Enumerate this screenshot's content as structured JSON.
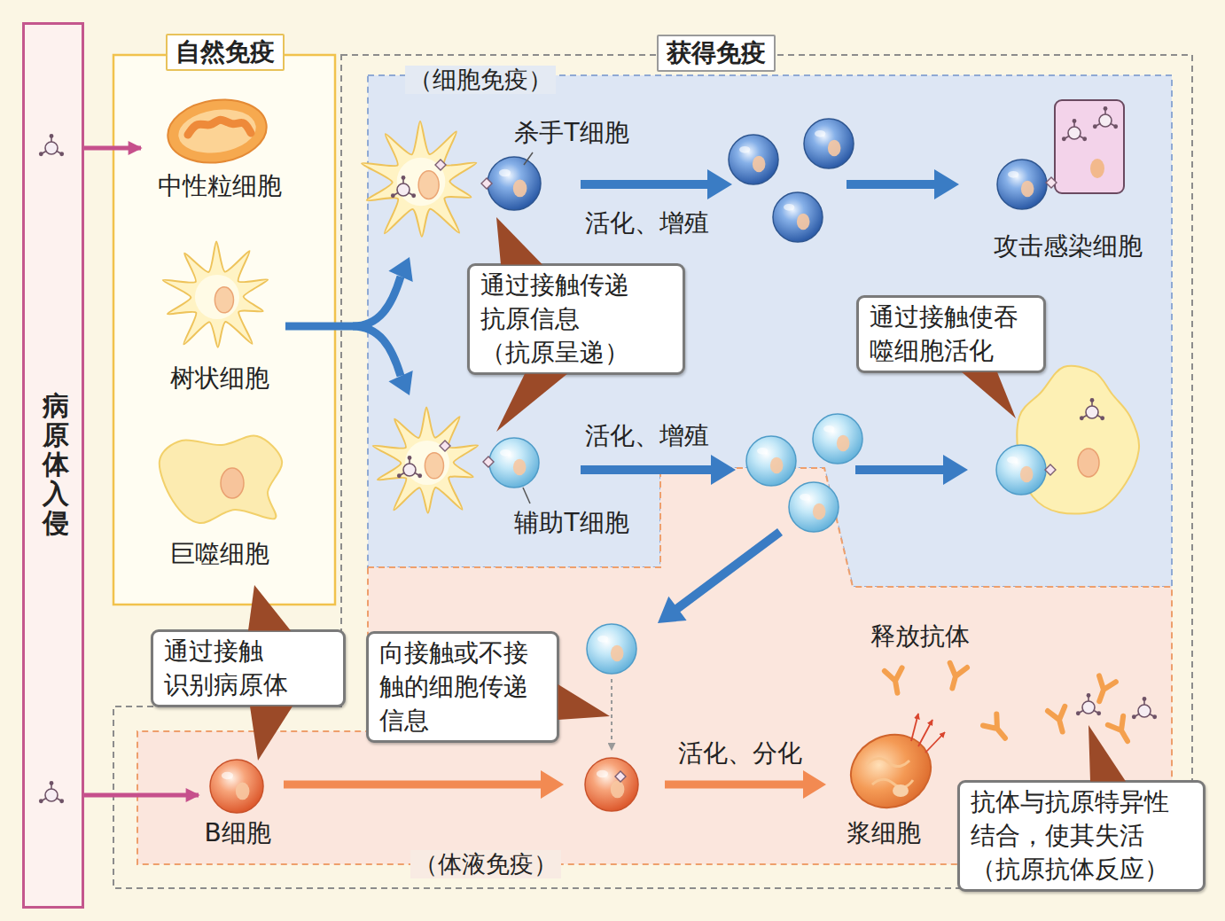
{
  "diagram": {
    "nodes": [
      {
        "text": [
          "病原体入侵"
        ]
      },
      {
        "text": [
          "自然免疫"
        ]
      },
      {
        "text": [
          "中性粒细胞"
        ],
        "in": 1
      },
      {
        "text": [
          "树状细胞"
        ],
        "in": 1
      },
      {
        "text": [
          "巨噬细胞"
        ],
        "in": 1
      },
      {
        "text": [
          "获得免疫"
        ]
      },
      {
        "text": [
          "（细胞免疫）"
        ],
        "in": 5
      },
      {
        "text": [
          "杀手T细胞"
        ],
        "in": 6
      },
      {
        "text": [
          "通过接触传递 抗原信息 （抗原呈递）"
        ],
        "in": 6
      },
      {
        "text": [
          "通过接触使吞 噬细胞活化"
        ],
        "in": 6
      },
      {
        "text": [
          "辅助T细胞"
        ],
        "in": 6
      },
      {
        "text": [
          "（体液免疫）"
        ],
        "in": 5
      },
      {
        "text": [
          "向接触或不接 触的细胞传递 信息"
        ],
        "in": 11
      },
      {
        "text": [
          "B细胞"
        ],
        "in": 11
      },
      {
        "text": [
          "浆细胞"
        ],
        "in": 11
      },
      {
        "text": [
          "通过接触 识别病原体"
        ]
      },
      {
        "text": [
          "抗体与抗原特异性 结合，使其失活 （抗原抗体反应）"
        ]
      }
    ],
    "edges": [
      {
        "from": 0,
        "to": 2,
        "arrow": "to"
      },
      {
        "from": 0,
        "to": 13,
        "arrow": "to"
      }
    ],
    "labels": [
      "活化、增殖",
      "攻击感染细胞",
      "活化、增殖",
      "释放抗体",
      "活化、分化"
    ]
  }
}
